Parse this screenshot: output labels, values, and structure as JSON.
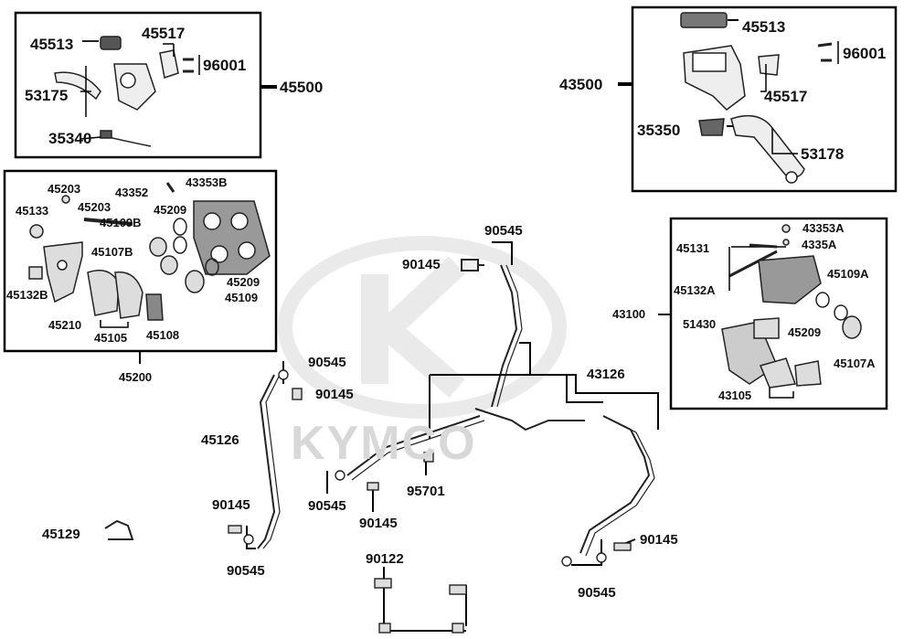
{
  "diagram": {
    "watermark": "KYMCO",
    "front_master_cylinder": {
      "assembly": "45500",
      "parts": [
        "45513",
        "45517",
        "96001",
        "53175",
        "35340"
      ]
    },
    "rear_master_cylinder": {
      "assembly": "43500",
      "parts": [
        "45513",
        "96001",
        "45517",
        "35350",
        "53178"
      ]
    },
    "front_caliper": {
      "assembly": "45200",
      "parts": [
        "45203",
        "45203",
        "43352",
        "43353B",
        "45133",
        "45109B",
        "45209",
        "45107B",
        "45132B",
        "45209",
        "45109",
        "45210",
        "45105",
        "45108"
      ]
    },
    "rear_caliper": {
      "assembly": "43100",
      "parts": [
        "43353A",
        "45131",
        "4335A",
        "45109A",
        "45132A",
        "51430",
        "45209",
        "45107A",
        "43105"
      ]
    },
    "hoses": {
      "upper_bolt": "90145",
      "upper_washer": "90545",
      "front_washer": "90545",
      "front_bolt": "90145",
      "front_hose": "45126",
      "front_lower_bolt": "90145",
      "front_lower_washer": "90545",
      "clip": "45129",
      "splitter": "43126",
      "mid_washer": "90545",
      "mid_bolt": "95701",
      "mid_bolt2": "90145",
      "rear_bolt": "90145",
      "rear_washer": "90545",
      "bolts": "90122"
    }
  }
}
